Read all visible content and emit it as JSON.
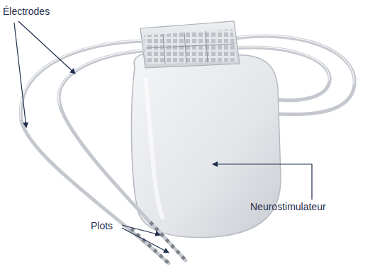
{
  "diagram": {
    "labels": [
      "Électrodes",
      "Neurostimulateur",
      "Plots"
    ]
  }
}
